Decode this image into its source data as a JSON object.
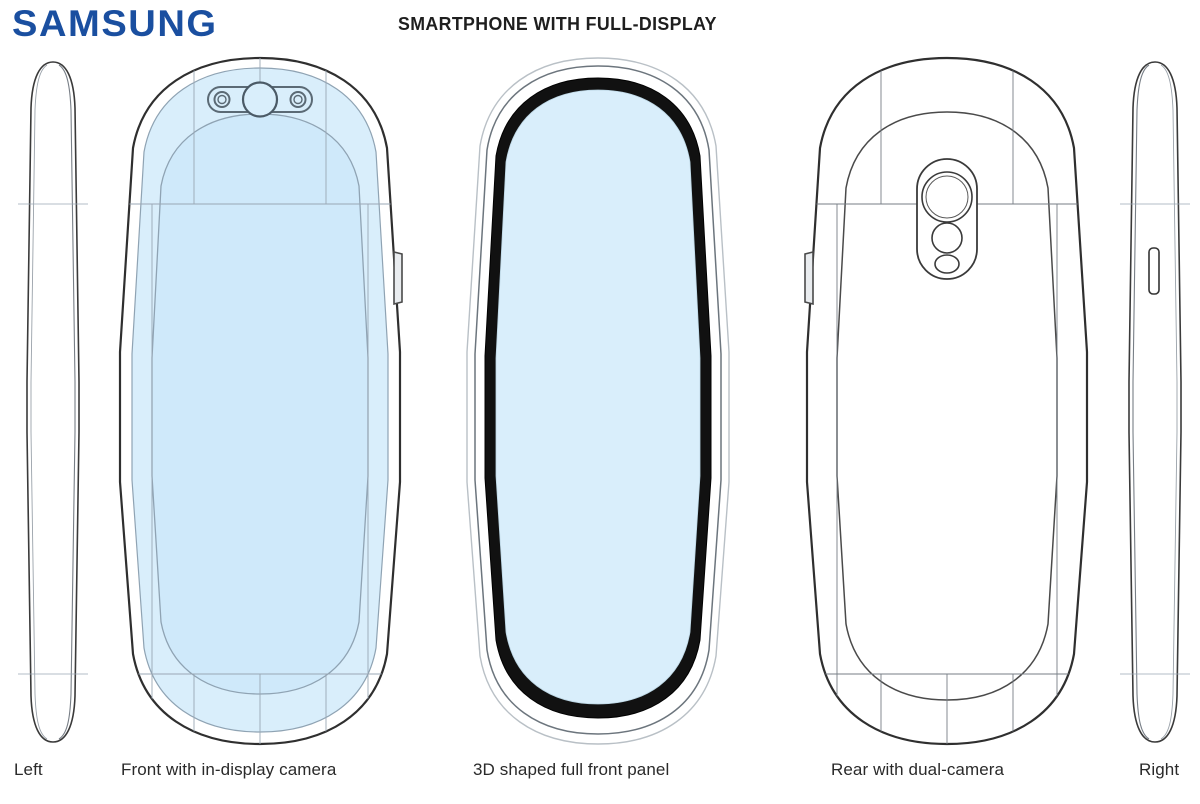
{
  "header": {
    "brand": "SAMSUNG",
    "title": "SMARTPHONE WITH FULL-DISPLAY",
    "brand_color": "#1a4fa0",
    "title_color": "#1e1e1e"
  },
  "colors": {
    "background": "#ffffff",
    "line": "#3a3a3a",
    "line_light": "#8c9aa8",
    "construction_line": "#9aa7b4",
    "display_fill": "#d9eefb",
    "display_fill_inner": "#cfe9fa",
    "bezel_black": "#111111",
    "panel_fill": "#dcf0fb"
  },
  "views": [
    {
      "id": "left",
      "caption": "Left",
      "description": "Left side elevation, thin rounded profile"
    },
    {
      "id": "front",
      "caption": "Front with in-display camera",
      "description": "Front elevation with blue display and in-display camera module",
      "camera_module": {
        "type": "horizontal-bar",
        "elements": [
          "small-circle-left",
          "large-circle-center",
          "small-circle-right"
        ]
      }
    },
    {
      "id": "panel",
      "caption": "3D shaped full front panel",
      "description": "3D shaped full front panel with thick black bezel"
    },
    {
      "id": "rear",
      "caption": "Rear with dual-camera",
      "description": "Rear elevation with vertical dual-camera module",
      "camera_module": {
        "type": "vertical-bar",
        "elements": [
          "large-lens",
          "medium-lens",
          "small-oval-flash"
        ]
      }
    },
    {
      "id": "right",
      "caption": "Right",
      "description": "Right side elevation with side key button"
    }
  ],
  "captions": {
    "left": "Left",
    "front": "Front with in-display camera",
    "panel": "3D shaped full front panel",
    "rear": "Rear with dual-camera",
    "right": "Right"
  }
}
